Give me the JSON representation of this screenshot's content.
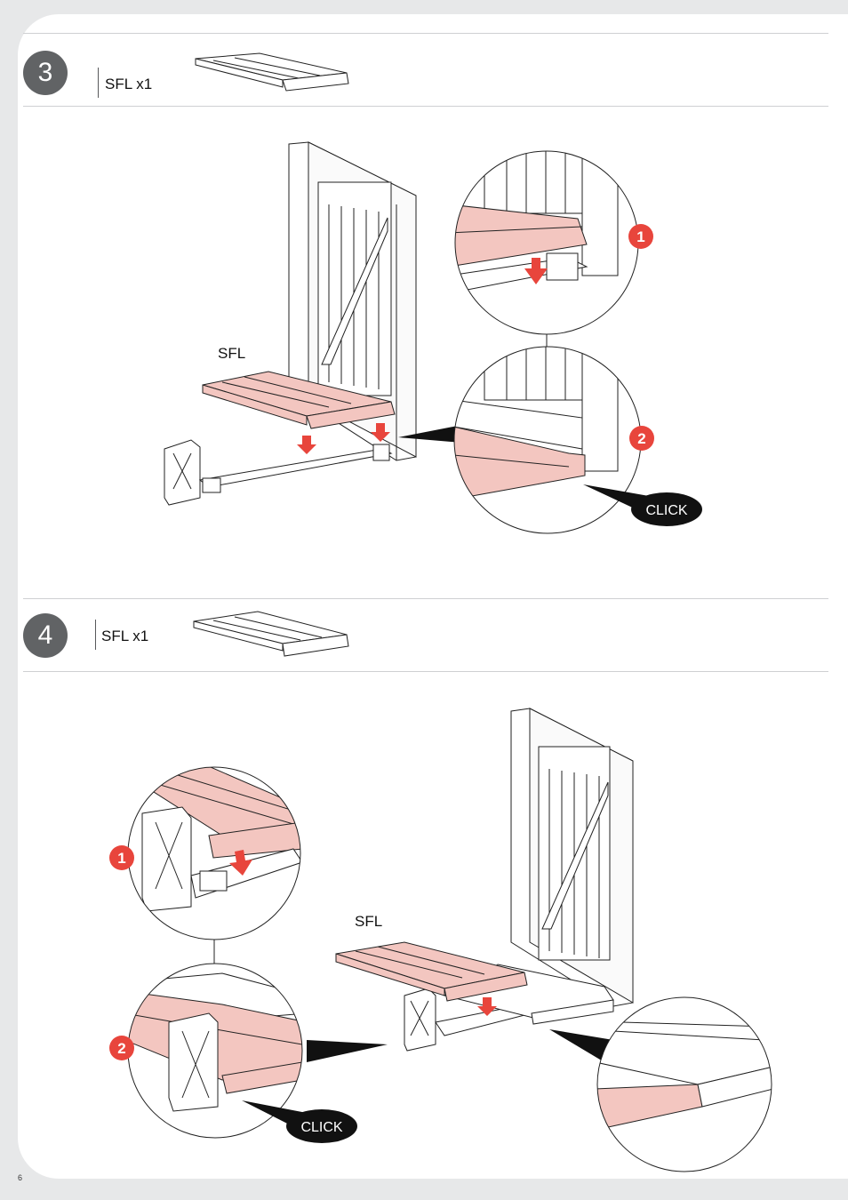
{
  "page_number": "6",
  "steps": [
    {
      "number": "3",
      "part": "SFL x1",
      "callout_label": "SFL",
      "click": "CLICK",
      "badges": [
        "1",
        "2"
      ]
    },
    {
      "number": "4",
      "part": "SFL x1",
      "callout_label": "SFL",
      "click": "CLICK",
      "badges": [
        "1",
        "2"
      ]
    }
  ],
  "colors": {
    "step_circle": "#616365",
    "highlight": "#f3c6c0",
    "arrow": "#e8453c",
    "badge": "#e8453c"
  }
}
